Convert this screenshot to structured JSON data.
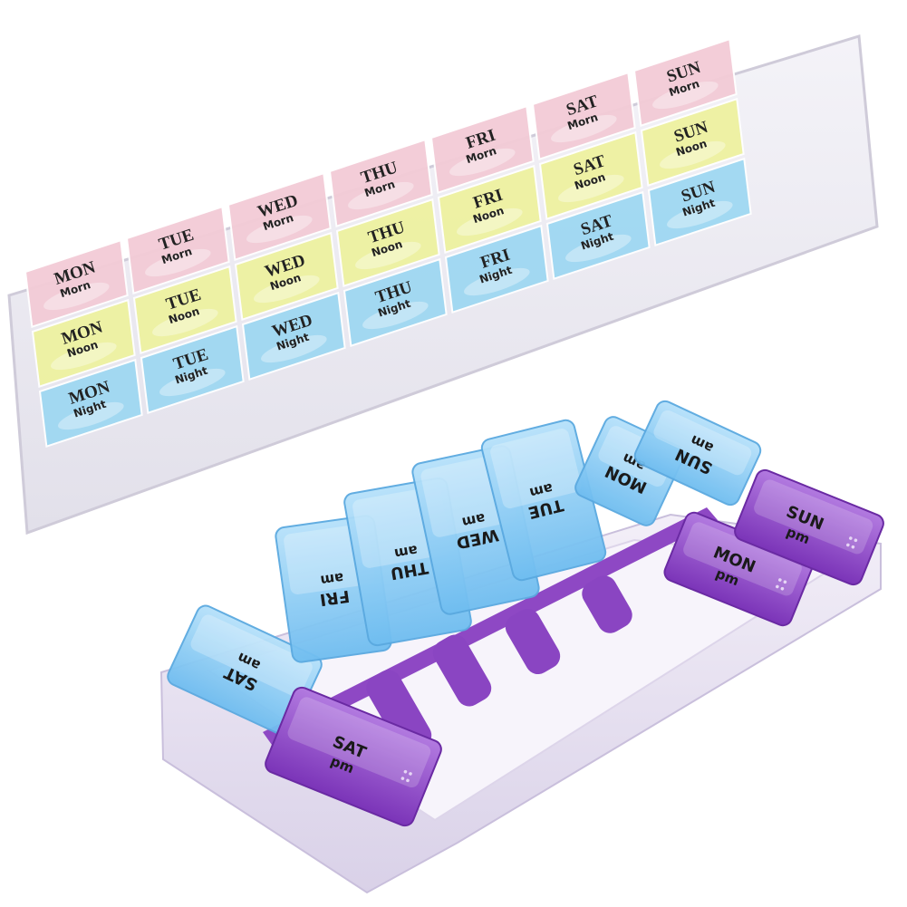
{
  "top_organizer": {
    "rows": [
      {
        "slot": "Morn",
        "color": "#f3cbd6",
        "days": [
          "MON",
          "TUE",
          "WED",
          "THU",
          "FRI",
          "SAT",
          "SUN"
        ]
      },
      {
        "slot": "Noon",
        "color": "#eef2a0",
        "days": [
          "MON",
          "TUE",
          "WED",
          "THU",
          "FRI",
          "SAT",
          "SUN"
        ]
      },
      {
        "slot": "Night",
        "color": "#9fd8f2",
        "days": [
          "MON",
          "TUE",
          "WED",
          "THU",
          "FRI",
          "SAT",
          "SUN"
        ]
      }
    ],
    "tray_color": "#eceaf2"
  },
  "bottom_organizer": {
    "am_lids": [
      {
        "day": "SAT",
        "slot": "am"
      },
      {
        "day": "FRI",
        "slot": "am"
      },
      {
        "day": "THU",
        "slot": "am"
      },
      {
        "day": "WED",
        "slot": "am"
      },
      {
        "day": "TUE",
        "slot": "am"
      },
      {
        "day": "MON",
        "slot": "am"
      },
      {
        "day": "SUN",
        "slot": "am"
      }
    ],
    "pm_lids": [
      {
        "day": "SAT",
        "slot": "pm"
      },
      {
        "day": "MON",
        "slot": "pm"
      },
      {
        "day": "SUN",
        "slot": "pm"
      }
    ],
    "am_color": "#8ccdf5",
    "pm_color": "#9b55cf",
    "base_color": "#ece6f4"
  }
}
